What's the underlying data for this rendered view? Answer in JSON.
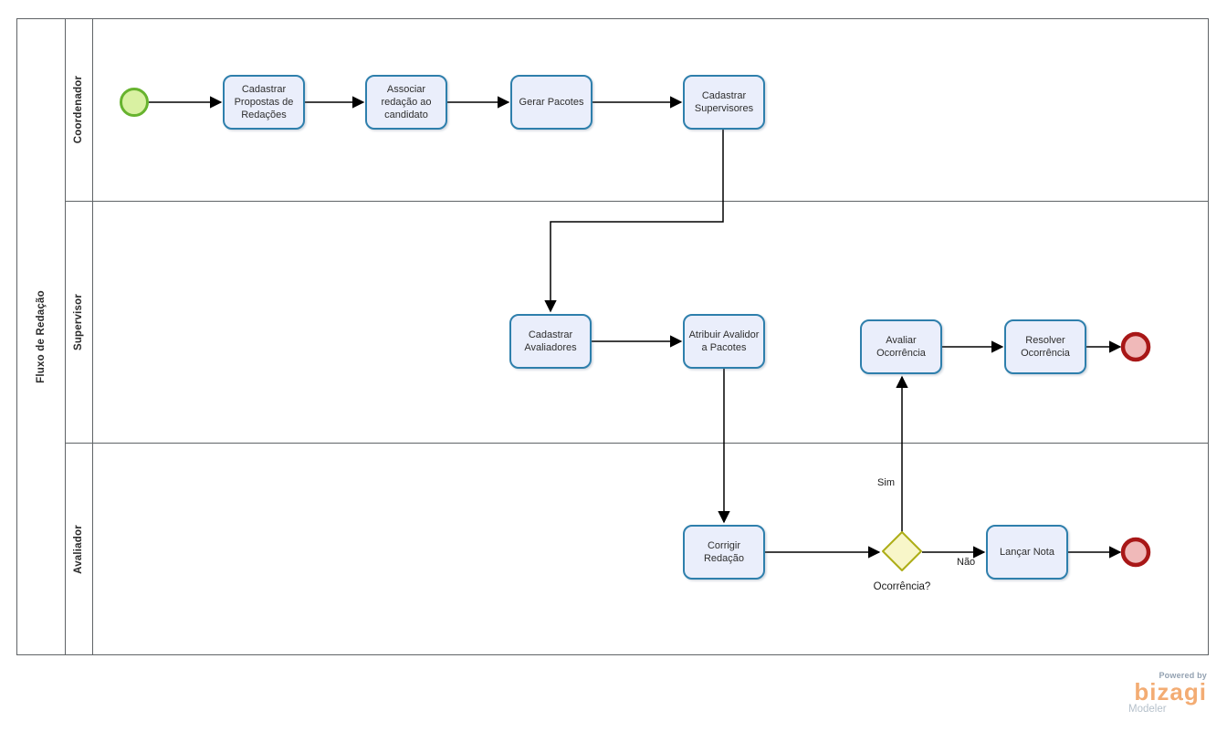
{
  "pool": {
    "title": "Fluxo de Redação"
  },
  "lanes": [
    {
      "label": "Coordenador"
    },
    {
      "label": "Supervisor"
    },
    {
      "label": "Avaliador"
    }
  ],
  "tasks": {
    "cadastrar_propostas": "Cadastrar Propostas de Redações",
    "associar_redacao": "Associar redação ao candidato",
    "gerar_pacotes": "Gerar Pacotes",
    "cadastrar_supervisores": "Cadastrar Supervisores",
    "cadastrar_avaliadores": "Cadastrar Avaliadores",
    "atribuir_avalidor": "Atribuir Avalidor a Pacotes",
    "avaliar_ocorrencia": "Avaliar Ocorrência",
    "resolver_ocorrencia": "Resolver Ocorrência",
    "corrigir_redacao": "Corrigir Redação",
    "lancar_nota": "Lançar Nota"
  },
  "gateway": {
    "label": "Ocorrência?"
  },
  "edge_labels": {
    "yes": "Sim",
    "no": "Não"
  },
  "logo": {
    "powered_by": "Powered by",
    "brand": "bizagi",
    "subtitle": "Modeler"
  },
  "colors": {
    "task_fill": "#eaeefb",
    "task_border": "#2e7fac",
    "start_fill": "#d9f1a2",
    "start_border": "#67b32e",
    "end_fill": "#f0b9b9",
    "end_border": "#a81717",
    "gateway_fill": "#f8f6c9",
    "gateway_border": "#adad17",
    "flow": "#000000",
    "lane_border": "#5f6366",
    "logo_orange": "#f3ac73"
  }
}
